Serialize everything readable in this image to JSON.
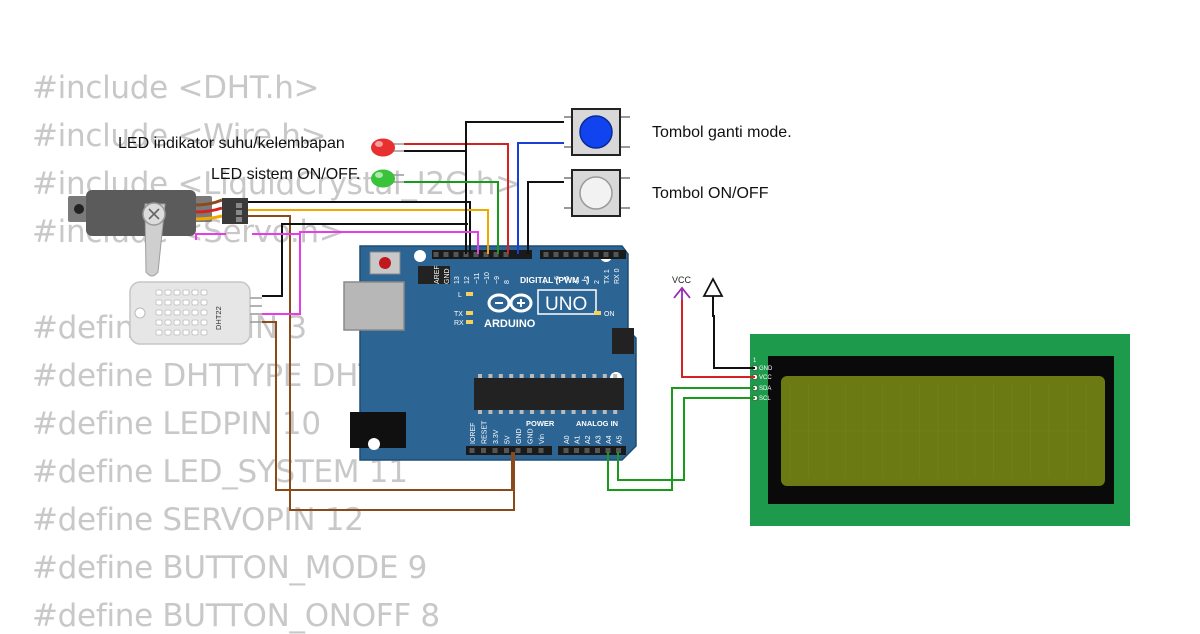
{
  "code_lines": [
    "#include <DHT.h>",
    "#include <Wire.h>",
    "#include <LiquidCrystal_I2C.h>",
    "#include <Servo.h>",
    "#define DHTPIN 3",
    "#define DHTTYPE DHT22",
    "#define LEDPIN 10",
    "#define LED_SYSTEM 11",
    "#define SERVOPIN 12",
    "#define BUTTON_MODE 9",
    "#define BUTTON_ONOFF 8"
  ],
  "labels": {
    "led_indicator": "LED indikator suhu/kelembapan",
    "led_system": "LED sistem ON/OFF.",
    "button_mode": "Tombol ganti mode.",
    "button_onoff": "Tombol ON/OFF"
  },
  "arduino": {
    "digital_header": "DIGITAL (PWM ~)",
    "brand": "ARDUINO",
    "model": "UNO",
    "on_label": "ON",
    "l_label": "L",
    "tx_label": "TX",
    "rx_label": "RX",
    "power_label": "POWER",
    "analog_label": "ANALOG IN",
    "top_pins": [
      "AREF",
      "GND",
      "13",
      "12",
      "~11",
      "~10",
      "~9",
      "8",
      "7",
      "~6",
      "~5",
      "4",
      "~3",
      "2",
      "TX 1",
      "RX 0"
    ],
    "power_pins": [
      "IOREF",
      "RESET",
      "3.3V",
      "5V",
      "GND",
      "GND",
      "Vin"
    ],
    "analog_pins": [
      "A0",
      "A1",
      "A2",
      "A3",
      "A4",
      "A5"
    ]
  },
  "dht_label": "DHT22",
  "vcc_label": "VCC",
  "lcd": {
    "pin1": "1",
    "pins": [
      "GND",
      "VCC",
      "SDA",
      "SCL"
    ]
  },
  "colors": {
    "board": "#2c6493",
    "lcd_pcb": "#1d9a4b",
    "lcd_screen": "#6b7a12",
    "wire_red": "#d42222",
    "wire_black": "#111111",
    "wire_blue": "#1a3fd6",
    "wire_green": "#1a9a1a",
    "wire_orange": "#f0a800",
    "wire_magenta": "#e83ce8",
    "wire_brown": "#8a4a1a",
    "wire_purple": "#9a2ab0",
    "button_blue": "#1144ee",
    "led_red": "#e83030",
    "led_green": "#3ac23a"
  }
}
